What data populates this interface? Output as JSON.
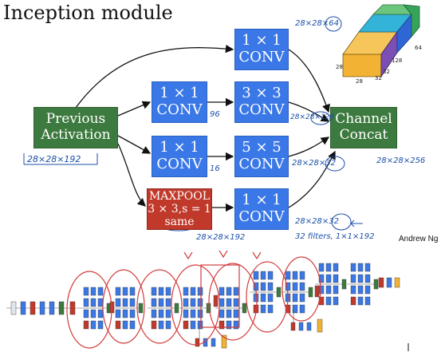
{
  "title": "Inception module",
  "previous": {
    "line1": "Previous",
    "line2": "Activation"
  },
  "conv1": {
    "line1": "1 × 1",
    "line2": "CONV"
  },
  "conv3": {
    "line1": "3 × 3",
    "line2": "CONV"
  },
  "conv5": {
    "line1": "5 × 5",
    "line2": "CONV"
  },
  "maxpool": {
    "line1": "MAXPOOL",
    "line2": "3 × 3,s = 1",
    "line3": "same"
  },
  "concat": {
    "line1": "Channel",
    "line2": "Concat"
  },
  "handwritten": {
    "input": "28×28×192",
    "out1": "28×28×64",
    "out3": "28×28×128",
    "out5": "28×28×32",
    "outpool": "28×28×32",
    "n96": "96",
    "n16": "16",
    "poolsize": "28×28×192",
    "concat_out": "28×28×256",
    "filters_note": "32 filters, 1×1×192"
  },
  "cube": {
    "labels": [
      "28",
      "28",
      "64",
      "128",
      "32",
      "32"
    ],
    "colors": [
      "#f2b233",
      "#7b4fb3",
      "#2f66d6",
      "#35a35a"
    ]
  },
  "credit": "Andrew Ng",
  "colors": {
    "conv": "#3b78e7",
    "green": "#3d7a3f",
    "pool": "#c0392b",
    "annotation": "#1b4fa8",
    "circle": "#d33c3c"
  }
}
